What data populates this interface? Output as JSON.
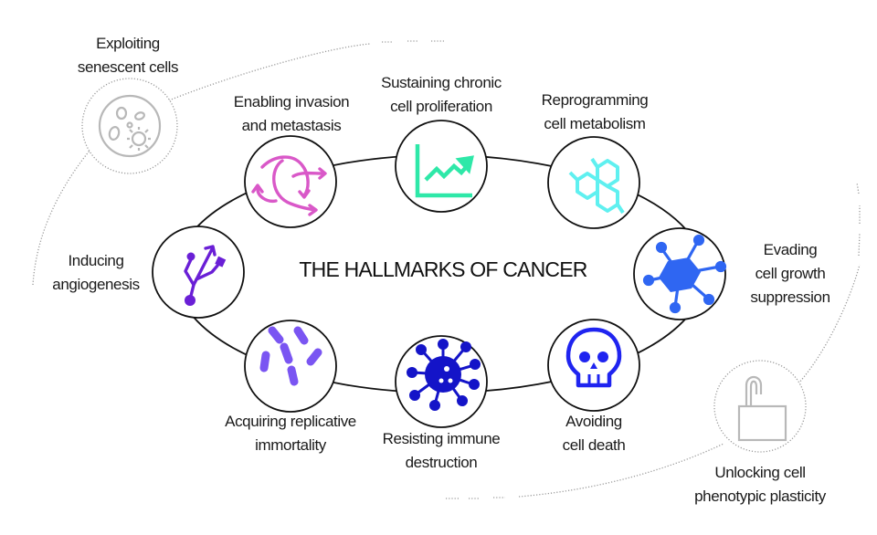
{
  "title": "THE HALLMARKS OF CANCER",
  "colors": {
    "ring": "#111111",
    "dotted": "#9a9a9a",
    "grey_icon": "#b8b8b8",
    "invasion": "#d958c8",
    "proliferation": "#2ee8a8",
    "metabolism": "#5ff0f0",
    "suppression": "#2f66f2",
    "cell_death": "#1f24f0",
    "immune": "#1414c8",
    "replicative": "#7a55f2",
    "angiogenesis": "#6a1fd6"
  },
  "hallmarks": [
    {
      "id": "invasion",
      "icon": "curved-arrows-icon",
      "lines": [
        "Enabling invasion",
        "and metastasis"
      ]
    },
    {
      "id": "proliferation",
      "icon": "rising-chart-icon",
      "lines": [
        "Sustaining chronic",
        "cell proliferation"
      ]
    },
    {
      "id": "metabolism",
      "icon": "molecule-hexagon-icon",
      "lines": [
        "Reprogramming",
        "cell metabolism"
      ]
    },
    {
      "id": "suppression",
      "icon": "hexagon-node-icon",
      "lines": [
        "Evading",
        "cell growth",
        "suppression"
      ]
    },
    {
      "id": "cell_death",
      "icon": "skull-icon",
      "lines": [
        "Avoiding",
        "cell death"
      ]
    },
    {
      "id": "immune",
      "icon": "virus-icon",
      "lines": [
        "Resisting immune",
        "destruction"
      ]
    },
    {
      "id": "replicative",
      "icon": "rod-cells-icon",
      "lines": [
        "Acquiring replicative",
        "immortality"
      ]
    },
    {
      "id": "angiogenesis",
      "icon": "branching-vessel-icon",
      "lines": [
        "Inducing",
        "angiogenesis"
      ]
    }
  ],
  "emerging": [
    {
      "id": "senescent",
      "icon": "senescent-cell-icon",
      "lines": [
        "Exploiting",
        "senescent cells"
      ]
    },
    {
      "id": "plasticity",
      "icon": "open-padlock-icon",
      "lines": [
        "Unlocking cell",
        "phenotypic plasticity"
      ]
    }
  ]
}
